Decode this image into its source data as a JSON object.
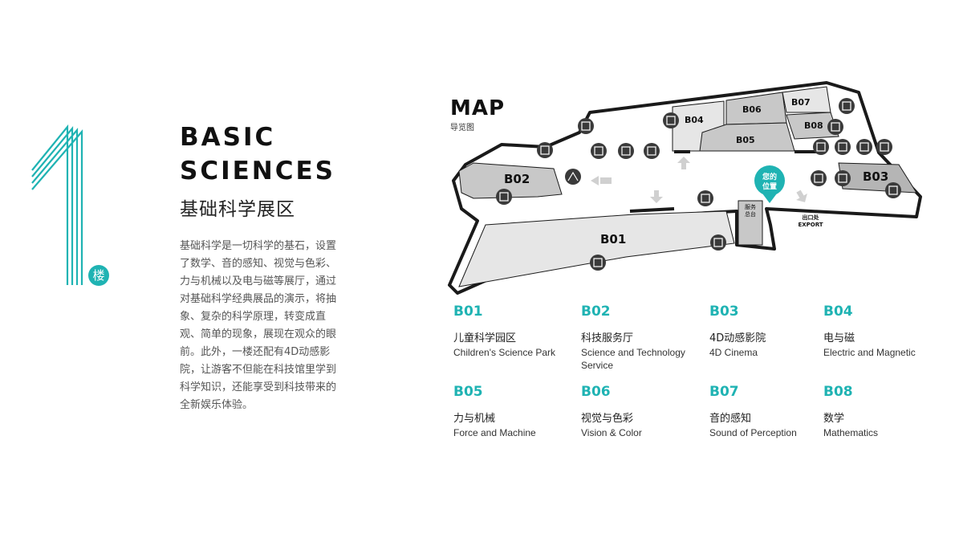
{
  "floor": {
    "number": "1",
    "badge": "楼"
  },
  "title": {
    "line1": "BASIC",
    "line2": "SCIENCES",
    "cn": "基础科学展区"
  },
  "description": "基础科学是一切科学的基石，设置了数学、音的感知、视觉与色彩、力与机械以及电与磁等展厅，通过对基础科学经典展品的演示，将抽象、复杂的科学原理，转变成直观、简单的现象，展现在观众的眼前。此外，一楼还配有4D动感影院，让游客不但能在科技馆里学到科学知识，还能享受到科技带来的全新娱乐体验。",
  "map": {
    "title": "MAP",
    "subtitle": "导览图",
    "you_are_here_1": "您的",
    "you_are_here_2": "位置",
    "service_1": "服务",
    "service_2": "总台",
    "exit_cn": "出口处",
    "exit_en": "EXPORT",
    "zones": {
      "b01": "B01",
      "b02": "B02",
      "b03": "B03",
      "b04": "B04",
      "b05": "B05",
      "b06": "B06",
      "b07": "B07",
      "b08": "B08"
    }
  },
  "legend": [
    {
      "code": "B01",
      "cn": "儿童科学园区",
      "en": "Children's Science Park"
    },
    {
      "code": "B02",
      "cn": "科技服务厅",
      "en": "Science and Technology Service"
    },
    {
      "code": "B03",
      "cn": "4D动感影院",
      "en": "4D Cinema"
    },
    {
      "code": "B04",
      "cn": "电与磁",
      "en": "Electric and Magnetic"
    },
    {
      "code": "B05",
      "cn": "力与机械",
      "en": "Force and Machine"
    },
    {
      "code": "B06",
      "cn": "视觉与色彩",
      "en": "Vision & Color"
    },
    {
      "code": "B07",
      "cn": "音的感知",
      "en": "Sound of Perception"
    },
    {
      "code": "B08",
      "cn": "数学",
      "en": "Mathematics"
    }
  ],
  "colors": {
    "accent": "#1fb3b3",
    "zone_dark": "#c8c8c8",
    "zone_light": "#e6e6e6",
    "wall": "#1a1a1a",
    "icon": "#3a3a3a"
  }
}
